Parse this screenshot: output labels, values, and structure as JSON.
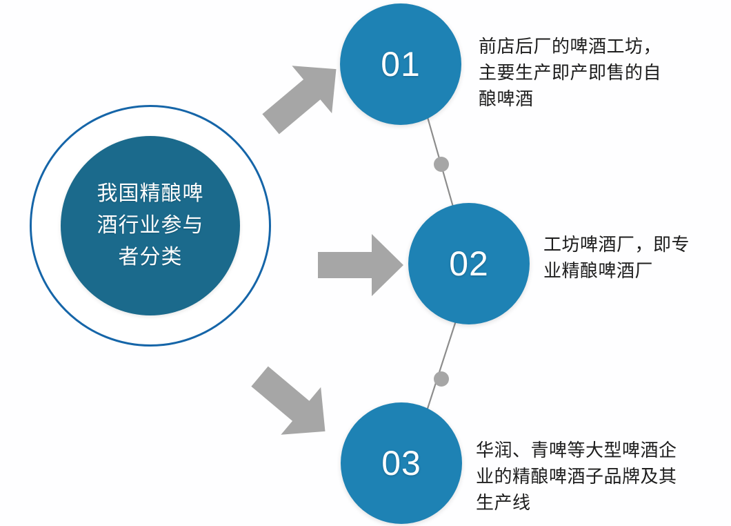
{
  "diagram": {
    "hub": {
      "title": "我国精酿啤\n酒行业参与\n者分类"
    },
    "nodes": [
      {
        "number": "01",
        "description": "前店后厂的啤酒工坊，\n主要生产即产即售的自\n酿啤酒"
      },
      {
        "number": "02",
        "description": "工坊啤酒厂，即专\n业精酿啤酒厂"
      },
      {
        "number": "03",
        "description": "华润、青啤等大型啤酒企\n业的精酿啤酒子品牌及其\n生产线"
      }
    ],
    "arrows": [
      {
        "name": "arrow-to-node-01",
        "direction": "up-right"
      },
      {
        "name": "arrow-to-node-02",
        "direction": "right"
      },
      {
        "name": "arrow-to-node-03",
        "direction": "down-right"
      }
    ],
    "connectors": [
      {
        "name": "connector-01-02",
        "dot": true
      },
      {
        "name": "connector-02-03",
        "dot": true
      }
    ],
    "colors": {
      "node_blue": "#1e82b4",
      "hub_core_blue": "#1b6a8c",
      "hub_ring_stroke": "#1565a8",
      "arrow_gray": "#a6a6a6",
      "connector_line": "#8c8c8c",
      "connector_dot": "#a6a6a6",
      "text_dark": "#1d1d1d",
      "text_light": "#ffffff",
      "background": "#fefeff"
    }
  }
}
